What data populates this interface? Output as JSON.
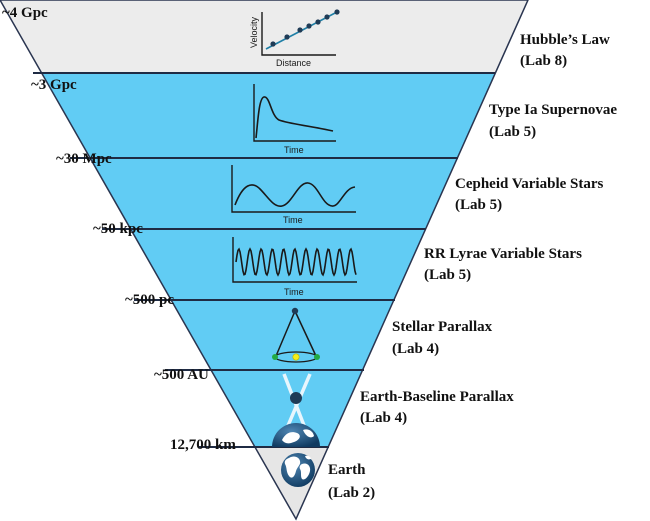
{
  "levels": [
    {
      "distance": "~4 Gpc",
      "method": "Hubble’s Law",
      "lab": "(Lab 8)",
      "plot_x_label": "Distance",
      "plot_y_label": "Velocity"
    },
    {
      "distance": "~3 Gpc",
      "method": "Type Ia Supernovae",
      "lab": "(Lab 5)",
      "plot_x_label": "Time"
    },
    {
      "distance": "~30 Mpc",
      "method": "Cepheid Variable Stars",
      "lab": "(Lab 5)",
      "plot_x_label": "Time"
    },
    {
      "distance": "~50 kpc",
      "method": "RR Lyrae Variable Stars",
      "lab": "(Lab 5)",
      "plot_x_label": "Time"
    },
    {
      "distance": "~500 pc",
      "method": "Stellar Parallax",
      "lab": "(Lab 4)"
    },
    {
      "distance": "~500 AU",
      "method": "Earth-Baseline Parallax",
      "lab": "(Lab 4)"
    },
    {
      "distance": "12,700 km",
      "method": "Earth",
      "lab": "(Lab 2)"
    }
  ],
  "colors": {
    "top_band": "#ececec",
    "blue_band": "#61ccf4",
    "bottom_band": "#e6e6e6",
    "divider": "#1f2b44",
    "earth_orbit_marker": "#22aa44",
    "sun": "#f5ee1a"
  }
}
